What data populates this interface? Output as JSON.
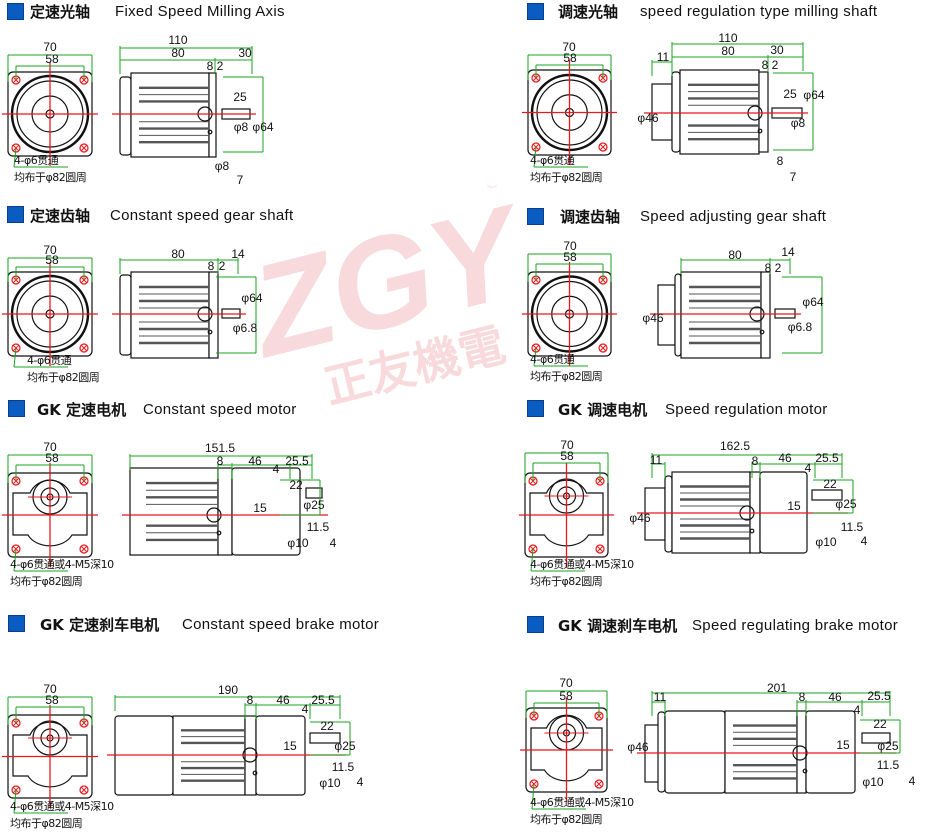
{
  "watermark": {
    "logo": "ZGY",
    "registered": "®",
    "company": "正友機電"
  },
  "panels": [
    {
      "title_cn": "定速光轴",
      "title_en": "Fixed Speed Milling Axis",
      "front": {
        "width": "70",
        "bolt": "58",
        "note1": "4-φ6贯通",
        "note2": "均布于φ82圆周"
      },
      "side": [
        "110",
        "80",
        "30",
        "8",
        "2",
        "25",
        "φ8",
        "φ64",
        "φ8",
        "7"
      ]
    },
    {
      "title_cn": "调速光轴",
      "title_en": "speed regulation type milling shaft",
      "front": {
        "width": "70",
        "bolt": "58",
        "note1": "4-φ6贯通",
        "note2": "均布于φ82圆周"
      },
      "side": [
        "11",
        "110",
        "80",
        "30",
        "8",
        "2",
        "25",
        "φ64",
        "φ46",
        "φ8",
        "8",
        "7"
      ]
    },
    {
      "title_cn": "定速齿轴",
      "title_en": "Constant speed gear shaft",
      "front": {
        "width": "70",
        "bolt": "58",
        "note1": "4-φ6贯通",
        "note2": "均布于φ82圆周"
      },
      "side": [
        "80",
        "14",
        "8",
        "2",
        "φ64",
        "φ6.8"
      ]
    },
    {
      "title_cn": "调速齿轴",
      "title_en": "Speed adjusting gear shaft",
      "front": {
        "width": "70",
        "bolt": "58",
        "note1": "4-φ6贯通",
        "note2": "均布于φ82圆周"
      },
      "side": [
        "80",
        "14",
        "8",
        "2",
        "φ64",
        "φ46",
        "φ6.8"
      ]
    },
    {
      "title_cn": "GK 定速电机",
      "title_en": "Constant  speed motor",
      "front": {
        "width": "70",
        "bolt": "58",
        "note1": "4-φ6贯通或4-M5深10",
        "note2": "均布于φ82圆周"
      },
      "side": [
        "151.5",
        "8",
        "46",
        "25.5",
        "4",
        "22",
        "15",
        "φ25",
        "11.5",
        "φ10",
        "4"
      ]
    },
    {
      "title_cn": "GK 调速电机",
      "title_en": "Speed regulation motor",
      "front": {
        "width": "70",
        "bolt": "58",
        "note1": "4-φ6贯通或4-M5深10",
        "note2": "均布于φ82圆周"
      },
      "side": [
        "11",
        "162.5",
        "8",
        "46",
        "25.5",
        "4",
        "22",
        "15",
        "φ25",
        "φ46",
        "11.5",
        "φ10",
        "4"
      ]
    },
    {
      "title_cn": "GK 定速刹车电机",
      "title_en": "Constant speed brake motor",
      "front": {
        "width": "70",
        "bolt": "58",
        "note1": "4-φ6贯通或4-M5深10",
        "note2": "均布于φ82圆周"
      },
      "side": [
        "190",
        "8",
        "46",
        "25.5",
        "4",
        "22",
        "15",
        "φ25",
        "11.5",
        "φ10",
        "4"
      ]
    },
    {
      "title_cn": "GK 调速刹车电机",
      "title_en": "Speed regulating brake motor",
      "front": {
        "width": "70",
        "bolt": "58",
        "note1": "4-φ6贯通或4-M5深10",
        "note2": "均布于φ82圆周"
      },
      "side": [
        "11",
        "201",
        "8",
        "46",
        "25.5",
        "4",
        "22",
        "15",
        "φ25",
        "φ46",
        "11.5",
        "φ10",
        "4"
      ]
    }
  ]
}
